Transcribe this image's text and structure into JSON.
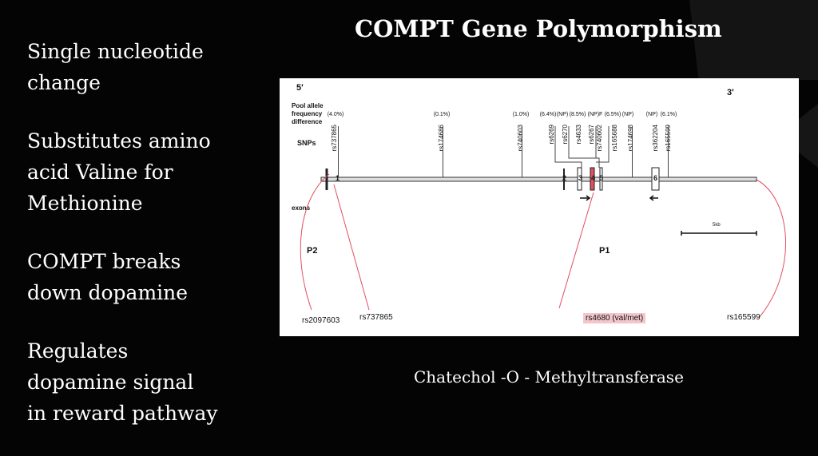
{
  "title": "COMPT Gene Polymorphism",
  "bullets": [
    "Single nucleotide change",
    "Substitutes amino acid Valine for Methionine",
    "COMPT breaks down dopamine",
    "Regulates dopamine signal in reward pathway"
  ],
  "caption": "Chatechol -O - Methyltransferase",
  "figure": {
    "five_prime": "5'",
    "three_prime": "3'",
    "pool_label": "Pool allele frequency difference",
    "snps_label": "SNPs",
    "exons_label": "exons",
    "percents": [
      "(4.0%)",
      "(0.1%)",
      "(1.0%)",
      "(6.4%)",
      "(NP)",
      "(8.5%)",
      "(NP)F",
      "(6.5%)",
      "(NP)",
      "(NP)",
      "(6.1%)"
    ],
    "snps": [
      "rs737865",
      "rs174686",
      "rs740603",
      "rs6269",
      "rs6270",
      "rs4633",
      "rs6267",
      "rs740602",
      "rs165688",
      "rs174698",
      "rs362204",
      "rs165599"
    ],
    "exons": [
      "1",
      "2",
      "3",
      "4",
      "5",
      "6"
    ],
    "scale": "5kb",
    "p2": "P2",
    "p1": "P1",
    "callouts": [
      "rs2097603",
      "rs737865",
      "rs4680 (val/met)",
      "rs165599"
    ],
    "highlight_color": "#f4c6cc",
    "arrow_color": "#e0505e"
  }
}
